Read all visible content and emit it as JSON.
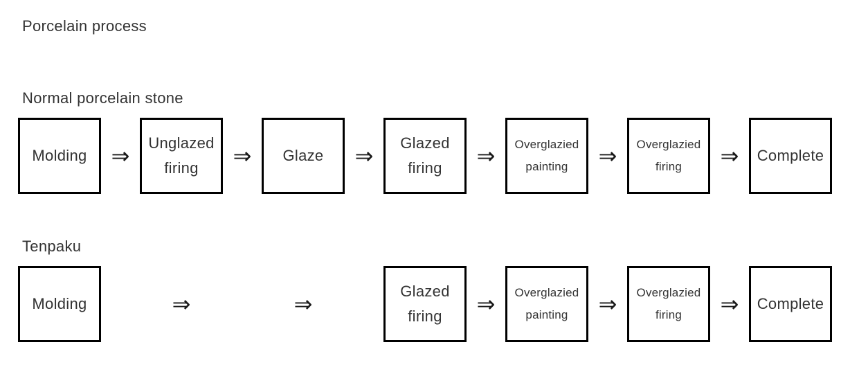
{
  "title": "Porcelain process",
  "arrow": "⇒",
  "colors": {
    "background": "#ffffff",
    "box_border": "#000000",
    "text": "#333333"
  },
  "rows": [
    {
      "label": "Normal porcelain stone",
      "steps": [
        {
          "lines": [
            "Molding"
          ]
        },
        {
          "lines": [
            "Unglazed",
            "firing"
          ]
        },
        {
          "lines": [
            "Glaze"
          ]
        },
        {
          "lines": [
            "Glazed",
            "firing"
          ]
        },
        {
          "lines": [
            "Overglazied",
            "painting"
          ]
        },
        {
          "lines": [
            "Overglazied",
            "firing"
          ]
        },
        {
          "lines": [
            "Complete"
          ]
        }
      ]
    },
    {
      "label": "Tenpaku",
      "steps": [
        {
          "lines": [
            "Molding"
          ]
        },
        {
          "skipped": true
        },
        {
          "skipped": true
        },
        {
          "lines": [
            "Glazed",
            "firing"
          ]
        },
        {
          "lines": [
            "Overglazied",
            "painting"
          ]
        },
        {
          "lines": [
            "Overglazied",
            "firing"
          ]
        },
        {
          "lines": [
            "Complete"
          ]
        }
      ]
    }
  ]
}
